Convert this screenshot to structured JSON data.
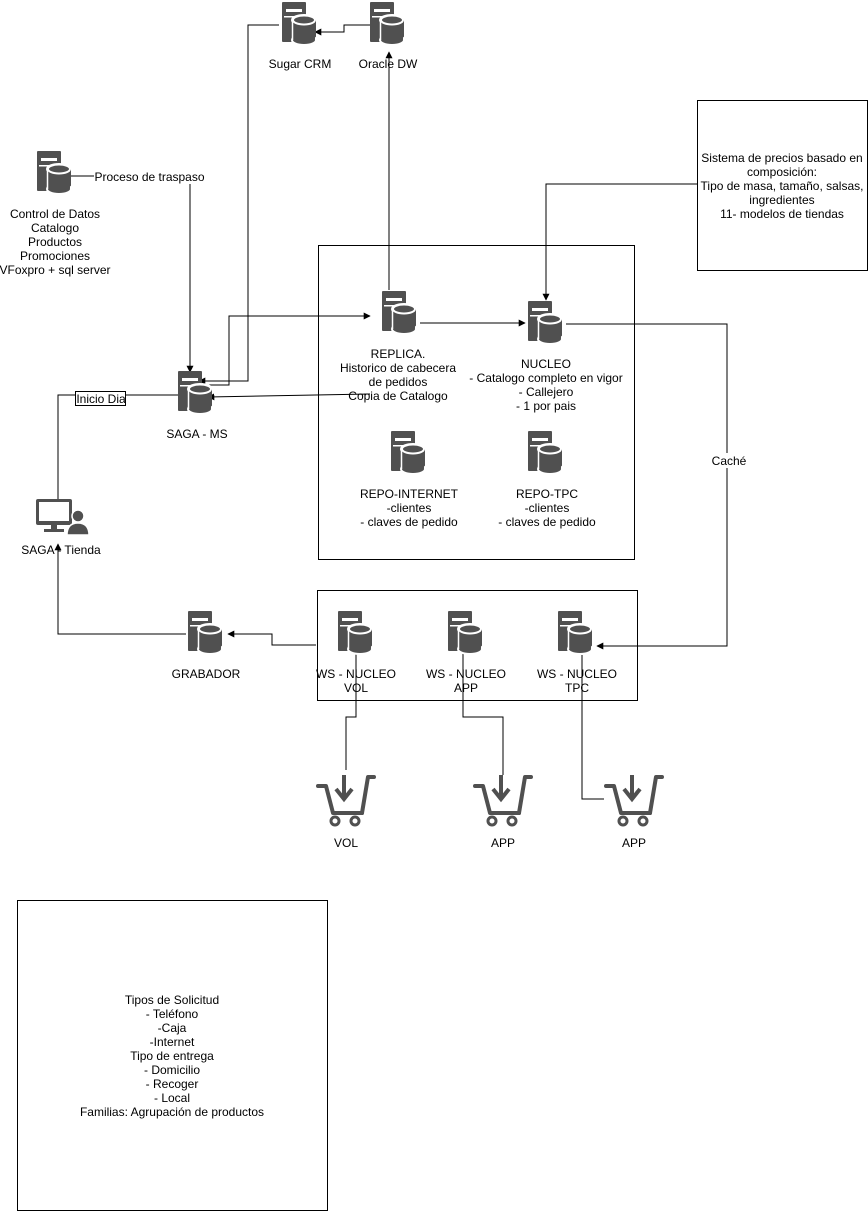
{
  "colors": {
    "icon": "#505050",
    "line": "#000000",
    "background": "#ffffff"
  },
  "nodes": {
    "sugar_crm": {
      "icon": "server-icon",
      "label": [
        "Sugar CRM"
      ]
    },
    "oracle_dw": {
      "icon": "server-icon",
      "label": [
        "Oracle DW"
      ]
    },
    "control_datos": {
      "icon": "server-icon",
      "label": [
        "Control de Datos",
        "Catalogo",
        "Productos",
        "Promociones",
        "VFoxpro + sql server"
      ]
    },
    "saga_ms": {
      "icon": "server-icon",
      "label": [
        "SAGA - MS"
      ]
    },
    "saga_tienda": {
      "icon": "user-workstation-icon",
      "label": [
        "SAGA - Tienda"
      ]
    },
    "replica": {
      "icon": "server-icon",
      "label": [
        "REPLICA.",
        "Historico de cabecera",
        "de pedidos",
        "Copia de Catalogo"
      ]
    },
    "nucleo": {
      "icon": "server-icon",
      "label": [
        "NUCLEO",
        "- Catalogo completo en vigor",
        "- Callejero",
        "- 1 por pais"
      ]
    },
    "repo_internet": {
      "icon": "server-icon",
      "label": [
        "REPO-INTERNET",
        "-clientes",
        "- claves de pedido"
      ]
    },
    "repo_tpc": {
      "icon": "server-icon",
      "label": [
        "REPO-TPC",
        "-clientes",
        "- claves de pedido"
      ]
    },
    "grabador": {
      "icon": "server-icon",
      "label": [
        "GRABADOR"
      ]
    },
    "ws_vol": {
      "icon": "server-icon",
      "label": [
        "WS - NUCLEO",
        "VOL"
      ]
    },
    "ws_app": {
      "icon": "server-icon",
      "label": [
        "WS - NUCLEO",
        "APP"
      ]
    },
    "ws_tpc": {
      "icon": "server-icon",
      "label": [
        "WS - NUCLEO",
        "TPC"
      ]
    },
    "cart_vol": {
      "icon": "shopping-cart-icon",
      "label": [
        "VOL"
      ]
    },
    "cart_app": {
      "icon": "shopping-cart-icon",
      "label": [
        "APP"
      ]
    },
    "cart_tpc": {
      "icon": "shopping-cart-icon",
      "label": [
        "APP"
      ]
    }
  },
  "notes": {
    "precios": [
      "Sistema de precios basado en",
      "composición:",
      "Tipo de masa, tamaño, salsas,",
      "ingredientes",
      "11- modelos de tiendas"
    ],
    "tipos": [
      "Tipos de Solicitud",
      "- Teléfono",
      "-Caja",
      "-Internet",
      "Tipo de entrega",
      "- Domicilio",
      "- Recoger",
      "- Local",
      "Familias: Agrupación de productos"
    ]
  },
  "edge_labels": {
    "proceso_traspaso": "Proceso de traspaso",
    "inicio_dia": "Inicio Dia",
    "cache": "Caché"
  }
}
